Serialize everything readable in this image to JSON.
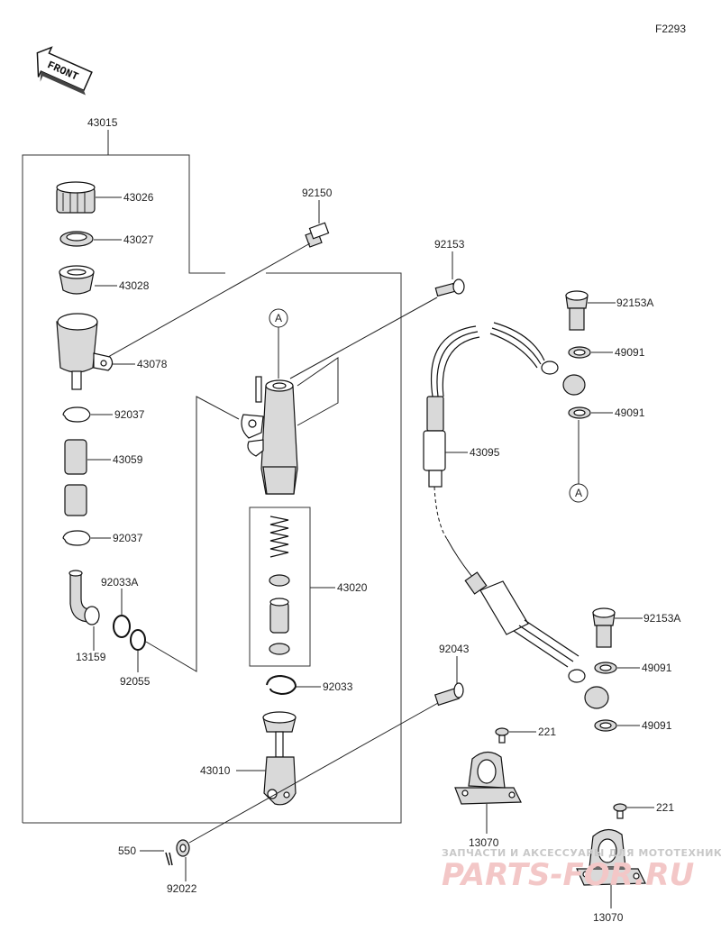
{
  "figure_code": "F2293",
  "front_label": "FRONT",
  "ref_marks": {
    "a1": "A",
    "a2": "A"
  },
  "parts": {
    "p43015": "43015",
    "p43026": "43026",
    "p43027": "43027",
    "p43028": "43028",
    "p43078": "43078",
    "p92037a": "92037",
    "p43059": "43059",
    "p92037b": "92037",
    "p92033A": "92033A",
    "p13159": "13159",
    "p92055": "92055",
    "p92150": "92150",
    "p92153": "92153",
    "p43020": "43020",
    "p92033": "92033",
    "p43010": "43010",
    "p92043": "92043",
    "p550": "550",
    "p92022": "92022",
    "p43095": "43095",
    "p92153Aa": "92153A",
    "p49091a": "49091",
    "p49091b": "49091",
    "p92153Ab": "92153A",
    "p49091c": "49091",
    "p49091d": "49091",
    "p221a": "221",
    "p13070a": "13070",
    "p221b": "221",
    "p13070b": "13070"
  },
  "watermark": {
    "line1": "ЗАПЧАСТИ И АКСЕССУАРЫ ДЛЯ МОТОТЕХНИКИ",
    "line2": "PARTS-FOR.RU"
  }
}
